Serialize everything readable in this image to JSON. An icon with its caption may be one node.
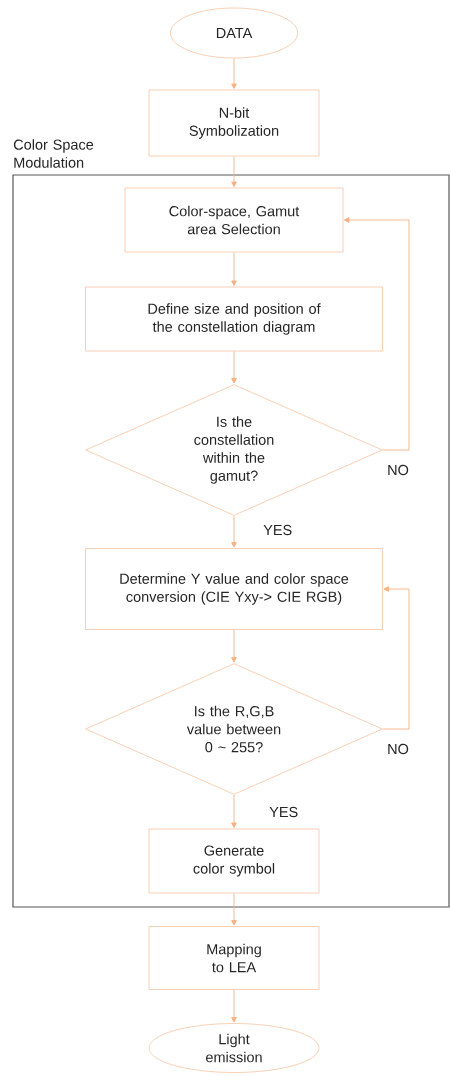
{
  "diagram": {
    "nodes": [
      {
        "text": [
          "DATA"
        ]
      },
      {
        "text": [
          "N-bit Symbolization"
        ]
      },
      {
        "text": [
          "Color Space Modulation"
        ]
      },
      {
        "text": [
          "Color-space, Gamut area Selection"
        ],
        "in": 2
      },
      {
        "text": [
          "Define size and position of the constellation diagram"
        ],
        "in": 2
      },
      {
        "text": [
          "Is the constellation within the gamut?"
        ],
        "in": 2
      },
      {
        "text": [
          "Determine Y value and color space conversion (CIE Yxy-> CIE RGB)"
        ],
        "in": 2
      },
      {
        "text": [
          "Is the R,G,B value between 0 ~ 255?"
        ],
        "in": 2
      },
      {
        "text": [
          "Generate color symbol"
        ],
        "in": 2
      },
      {
        "text": [
          "Mapping to LEA"
        ]
      },
      {
        "text": [
          "Light emission"
        ]
      }
    ],
    "edges": [
      {
        "from": 0,
        "to": 1,
        "arrow": "to"
      },
      {
        "from": 1,
        "to": 3,
        "arrow": "to"
      },
      {
        "from": 3,
        "to": 4,
        "arrow": "to"
      },
      {
        "from": 4,
        "to": 5,
        "arrow": "to"
      },
      {
        "from": 5,
        "to": 6,
        "arrow": "to",
        "label": "YES"
      },
      {
        "from": 5,
        "to": 3,
        "arrow": "to",
        "label": "NO"
      },
      {
        "from": 6,
        "to": 7,
        "arrow": "to"
      },
      {
        "from": 7,
        "to": 6,
        "arrow": "to",
        "label": "NO"
      },
      {
        "from": 7,
        "to": 8,
        "arrow": "to",
        "label": "YES"
      },
      {
        "from": 8,
        "to": 9,
        "arrow": "to"
      },
      {
        "from": 9,
        "to": 10,
        "arrow": "to"
      }
    ]
  }
}
